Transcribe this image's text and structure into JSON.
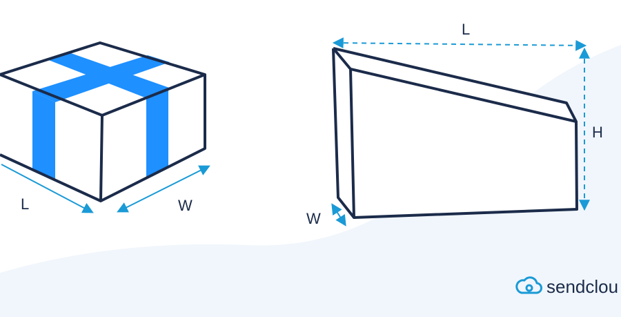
{
  "colors": {
    "background": "#ffffff",
    "background_wave": "#f1f6fc",
    "outline": "#1b2b4a",
    "ribbon": "#1e90ff",
    "dimension_arrows": "#1a9ad6",
    "brand_icon": "#1a9ad6"
  },
  "box_diagram": {
    "length_label": "L",
    "width_label": "W"
  },
  "wedge_diagram": {
    "length_label": "L",
    "height_label": "H",
    "width_label": "W"
  },
  "brand": {
    "name": "sendclou",
    "icon": "cloud-logo-icon"
  }
}
